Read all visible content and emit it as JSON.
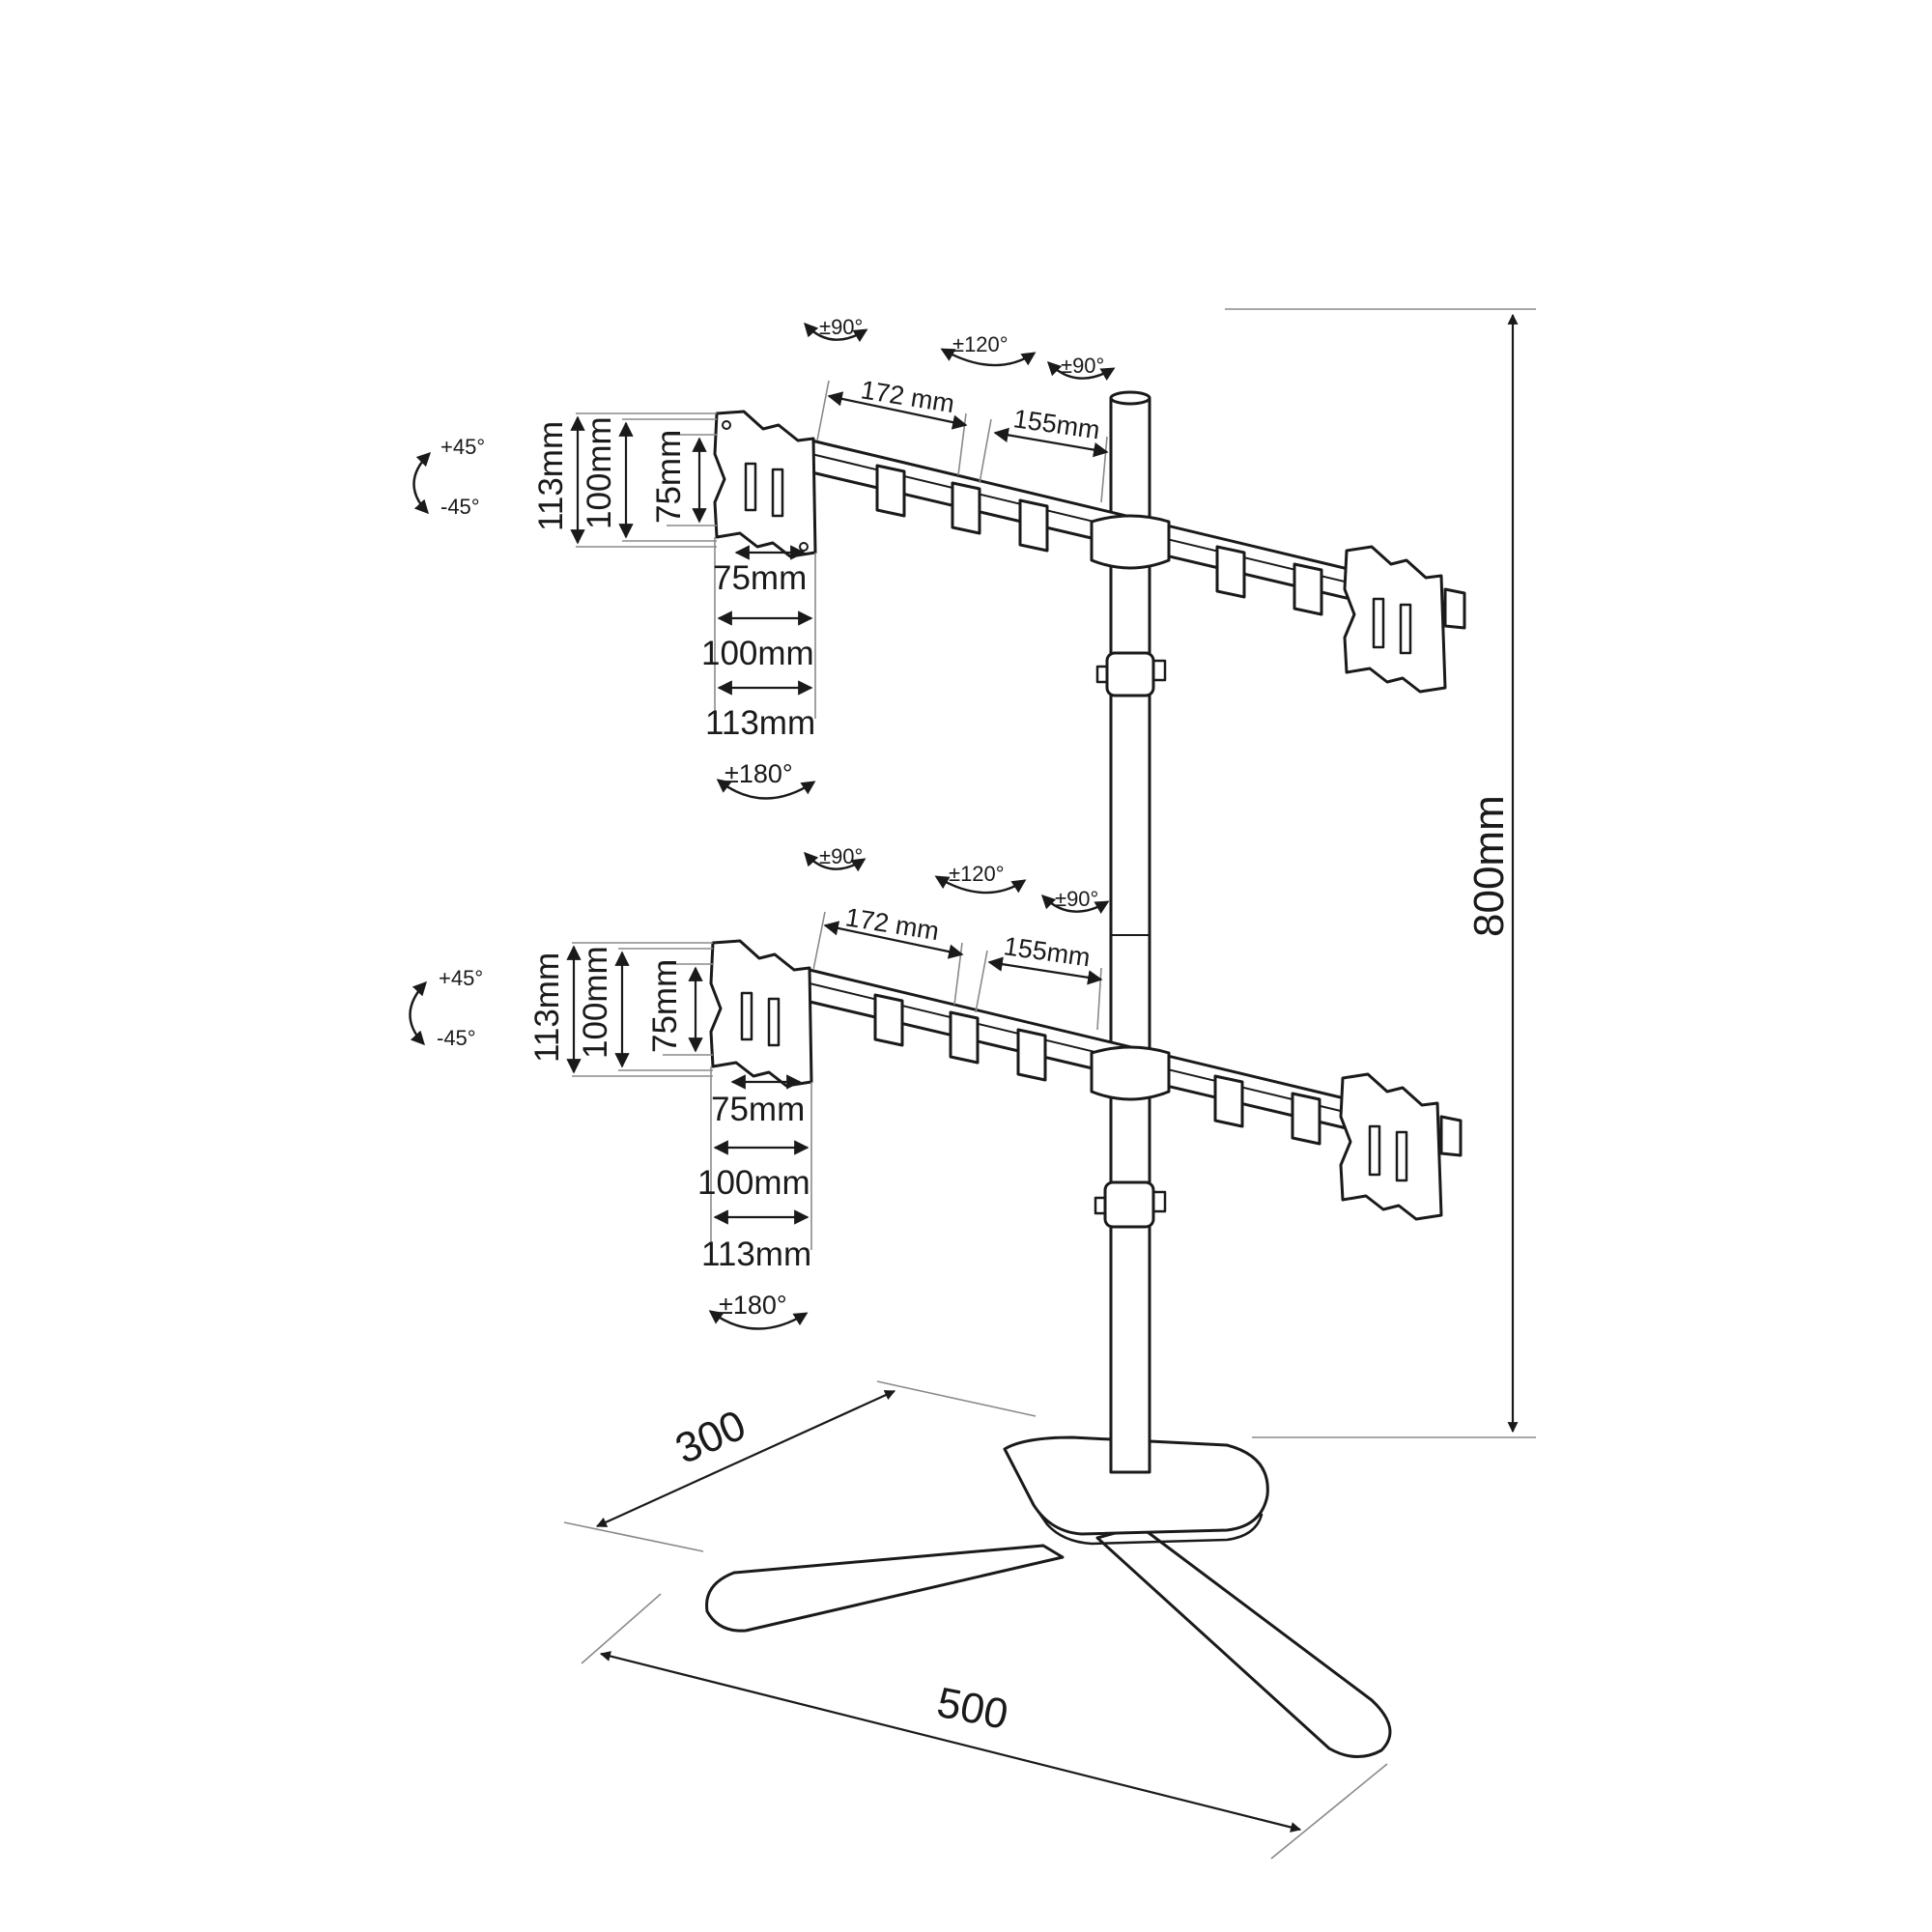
{
  "height": {
    "label": "800mm"
  },
  "base": {
    "depth_label": "300",
    "width_label": "500"
  },
  "upper_arm": {
    "arm_segment_1": "172 mm",
    "arm_segment_2": "155mm",
    "swivel_outer": "±90°",
    "swivel_mid": "±120°",
    "swivel_inner": "±90°",
    "tilt_up": "+45°",
    "tilt_down": "-45°",
    "vesa_h_113": "113mm",
    "vesa_h_100": "100mm",
    "vesa_h_75": "75mm",
    "vesa_w_75": "75mm",
    "vesa_w_100": "100mm",
    "vesa_w_113": "113mm",
    "rotation": "±180°"
  },
  "lower_arm": {
    "arm_segment_1": "172 mm",
    "arm_segment_2": "155mm",
    "swivel_outer": "±90°",
    "swivel_mid": "±120°",
    "swivel_inner": "±90°",
    "tilt_up": "+45°",
    "tilt_down": "-45°",
    "vesa_h_113": "113mm",
    "vesa_h_100": "100mm",
    "vesa_h_75": "75mm",
    "vesa_w_75": "75mm",
    "vesa_w_100": "100mm",
    "vesa_w_113": "113mm",
    "rotation": "±180°"
  }
}
